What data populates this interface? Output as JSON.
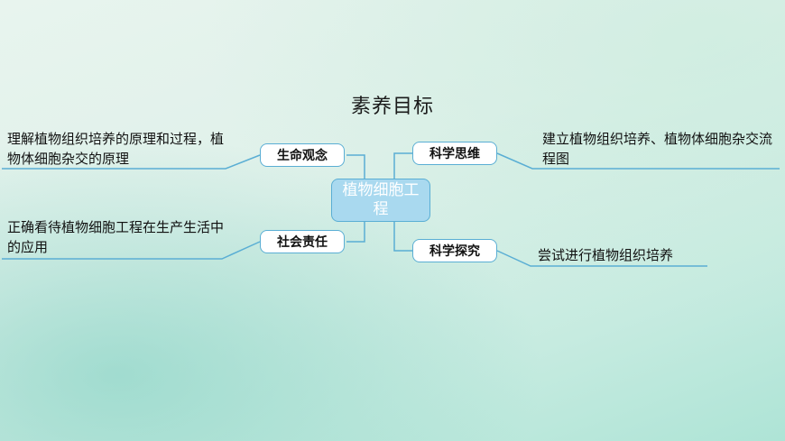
{
  "title": "素养目标",
  "center": "植物细胞工程",
  "branches": {
    "life_concept": {
      "label": "生命观念",
      "text": "理解植物组织培养的原理和过程，植物体细胞杂交的原理"
    },
    "social_responsibility": {
      "label": "社会责任",
      "text": "正确看待植物细胞工程在生产生活中的应用"
    },
    "scientific_thinking": {
      "label": "科学思维",
      "text": "建立植物组织培养、植物体细胞杂交流程图"
    },
    "scientific_inquiry": {
      "label": "科学探究",
      "text": "尝试进行植物组织培养"
    }
  },
  "colors": {
    "line": "#5aaed4",
    "center_fill": "#a9d9ef",
    "node_border": "#5aaed4"
  }
}
